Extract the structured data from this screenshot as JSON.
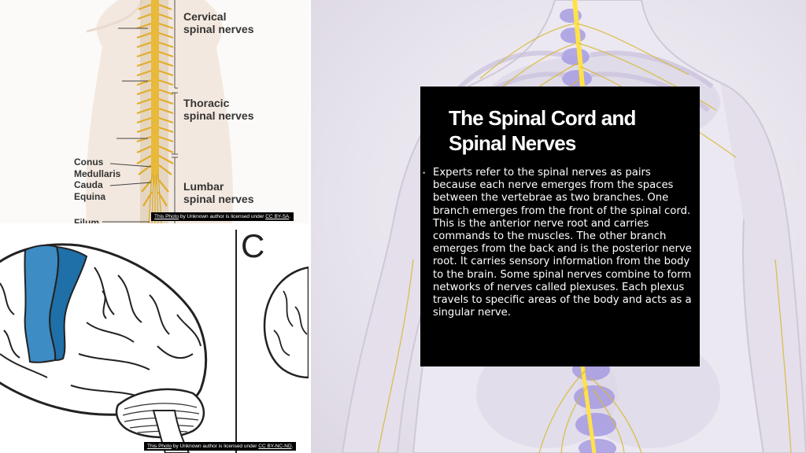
{
  "slide": {
    "title": "The Spinal Cord and Spinal Nerves",
    "body": "Experts refer to the spinal nerves as pairs because each nerve emerges from the spaces between the vertebrae as two branches. One branch emerges from the front of the spinal cord. This is the anterior nerve root and carries commands to the muscles. The other branch emerges from the back and is the posterior nerve root. It carries sensory information from the body to the brain. Some spinal nerves combine to form networks of nerves called plexuses. Each plexus travels to specific areas of the body and acts as a singular nerve."
  },
  "spine_diagram": {
    "labels": {
      "cervical_1": "Cervical",
      "cervical_2": "spinal nerves",
      "thoracic_1": "Thoracic",
      "thoracic_2": "spinal nerves",
      "conus_1": "Conus",
      "conus_2": "Medullaris",
      "cauda_1": "Cauda",
      "cauda_2": "Equina",
      "lumbar_1": "Lumbar",
      "lumbar_2": "spinal nerves",
      "filum": "Filum"
    },
    "credit": {
      "link": "This Photo",
      "mid": " by Unknown author is licensed under ",
      "license": "CC BY-SA",
      "end": "."
    }
  },
  "brain_diagram": {
    "panel_letter": "C",
    "credit": {
      "link": "This Photo",
      "mid": " by Unknown author is licensed under ",
      "license": "CC BY-NC-ND",
      "end": "."
    }
  },
  "colors": {
    "text_box": "#000000",
    "spinal_cord": "#e8b93a",
    "brain_highlight_light": "#3d8cc4",
    "brain_highlight_dark": "#1f6fa8",
    "body_nerves": "#ffe24a",
    "vertebrae": "#9f93e0"
  }
}
